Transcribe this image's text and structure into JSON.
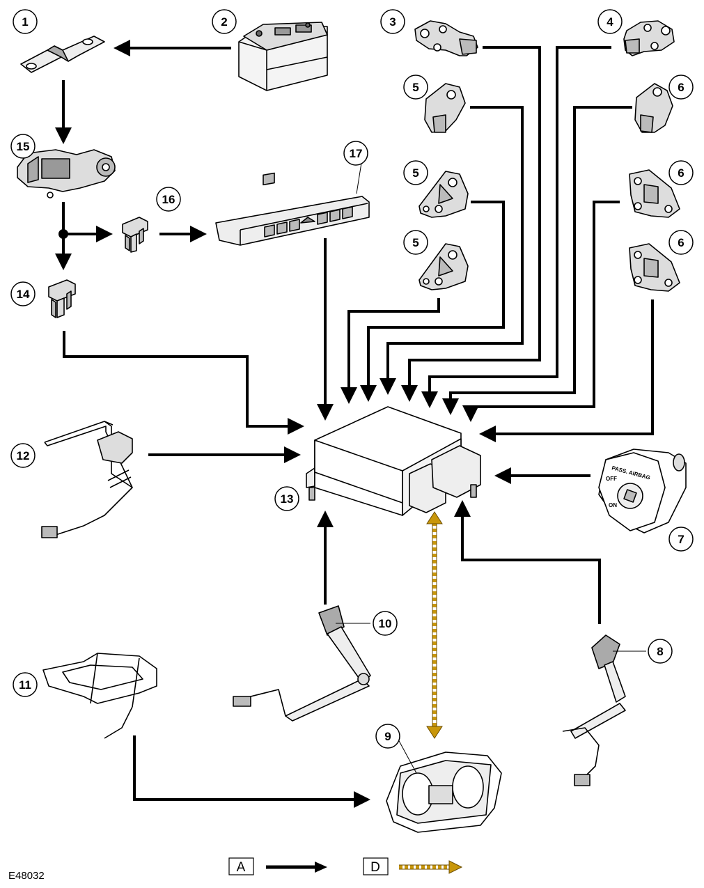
{
  "figure_id": "E48032",
  "legend": [
    {
      "key": "A",
      "style": "solid-black-arrow",
      "color": "#000000"
    },
    {
      "key": "D",
      "style": "dashed-gold-arrow",
      "color": "#c8960a"
    }
  ],
  "components": [
    {
      "number": "1",
      "name": "fuse-link"
    },
    {
      "number": "2",
      "name": "battery"
    },
    {
      "number": "3",
      "name": "side-impact-sensor-left"
    },
    {
      "number": "4",
      "name": "side-impact-sensor-right"
    },
    {
      "number": "5",
      "name": "crash-sensor-left",
      "count": 3
    },
    {
      "number": "6",
      "name": "crash-sensor-right",
      "count": 3
    },
    {
      "number": "7",
      "name": "passenger-airbag-switch"
    },
    {
      "number": "8",
      "name": "seat-belt-buckle-right"
    },
    {
      "number": "9",
      "name": "instrument-cluster"
    },
    {
      "number": "10",
      "name": "seat-belt-buckle-left"
    },
    {
      "number": "11",
      "name": "seat-occupancy-sensor"
    },
    {
      "number": "12",
      "name": "seat-position-sensor"
    },
    {
      "number": "13",
      "name": "restraints-control-module"
    },
    {
      "number": "14",
      "name": "fuse"
    },
    {
      "number": "15",
      "name": "ignition-switch"
    },
    {
      "number": "16",
      "name": "fuse"
    },
    {
      "number": "17",
      "name": "overhead-console-switch-pack"
    }
  ],
  "switch_labels": {
    "title": "PASS. AIRBAG",
    "off": "OFF",
    "on": "ON"
  }
}
